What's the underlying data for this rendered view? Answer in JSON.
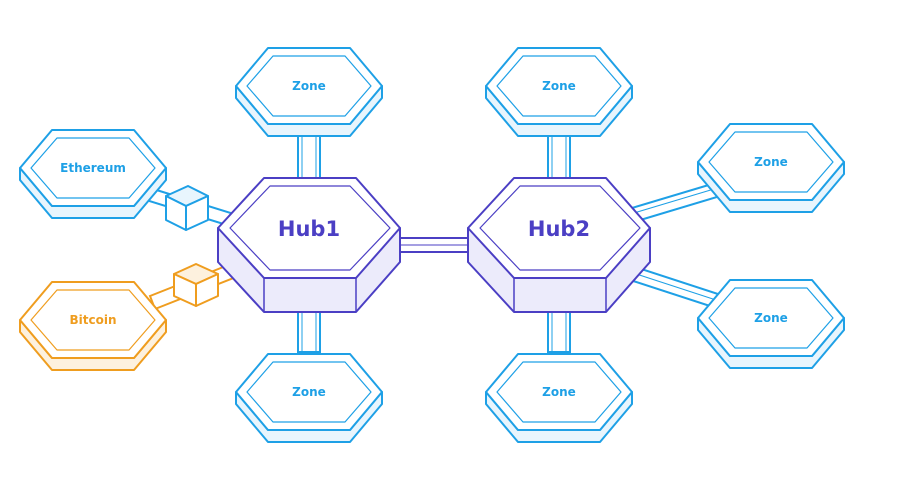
{
  "colors": {
    "zone_stroke": "#1ea0e6",
    "zone_side": "#e8f5fd",
    "hub_stroke": "#4b3fc4",
    "hub_fill": "#ffffff",
    "hub_side": "#ecebfb",
    "bitcoin_stroke": "#ef9d1f",
    "bitcoin_side": "#fdf1de",
    "background": "#ffffff"
  },
  "hubs": [
    {
      "id": "hub1",
      "label": "Hub1"
    },
    {
      "id": "hub2",
      "label": "Hub2"
    }
  ],
  "zones": [
    {
      "id": "zone-top-left",
      "label": "Zone",
      "connected_to": "Hub1"
    },
    {
      "id": "zone-bottom-left",
      "label": "Zone",
      "connected_to": "Hub1"
    },
    {
      "id": "ethereum",
      "label": "Ethereum",
      "connected_to": "Hub1",
      "via_peg_zone": true
    },
    {
      "id": "bitcoin",
      "label": "Bitcoin",
      "connected_to": "Hub1",
      "via_peg_zone": true
    },
    {
      "id": "zone-top-right",
      "label": "Zone",
      "connected_to": "Hub2"
    },
    {
      "id": "zone-bottom-right",
      "label": "Zone",
      "connected_to": "Hub2"
    },
    {
      "id": "zone-right-upper",
      "label": "Zone",
      "connected_to": "Hub2"
    },
    {
      "id": "zone-right-lower",
      "label": "Zone",
      "connected_to": "Hub2"
    }
  ],
  "links": [
    {
      "from": "Hub1",
      "to": "Hub2"
    }
  ]
}
